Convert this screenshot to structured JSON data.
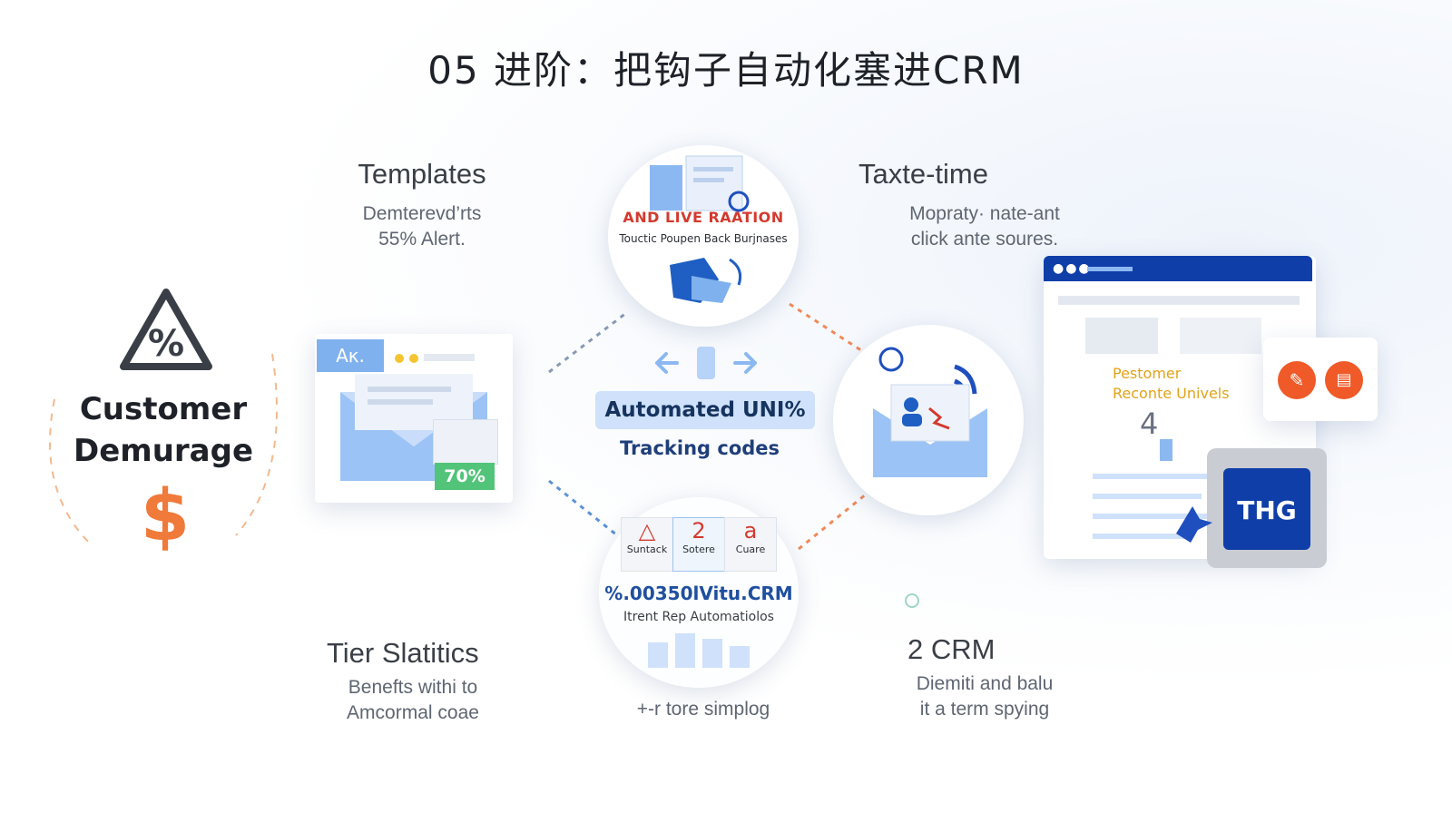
{
  "title": "05 进阶：把钩子自动化塞进CRM",
  "left_panel": {
    "line1": "Customer",
    "line2": "Demurage",
    "percent_icon": "percent-warning-icon",
    "dollar": "$"
  },
  "templates": {
    "heading": "Templates",
    "line1": "Demterevd’rts",
    "line2": "55% Alert.",
    "badge": "70%",
    "tag": "Aκ."
  },
  "top_circle": {
    "headline": "AND LIVE RAATION",
    "sub": "Touctic Poupen Back Burjnases"
  },
  "center": {
    "pill": "Automated UNI%",
    "sub": "Tracking codes"
  },
  "bottom_circle": {
    "chips": [
      {
        "glyph": "△",
        "label": "Suntack"
      },
      {
        "glyph": "2",
        "label": "Sotere"
      },
      {
        "glyph": "a",
        "label": "Cuare"
      }
    ],
    "code": "%.00350lVitu.CRM",
    "sub": "Itrent Rep Automatiolos"
  },
  "taxte": {
    "heading": "Taxte-time",
    "line1": "Mopraty· nate-ant",
    "line2": "click ante soures."
  },
  "crm_window": {
    "line1": "Pestomer",
    "line2": "Reconte Univels",
    "number": "4",
    "chat_badge": "THG"
  },
  "tier": {
    "heading": "Tier Slatitics",
    "line1": "Benefts withi to",
    "line2": "Amcormal coae"
  },
  "bottom_center": {
    "text": "+-r tore simplog"
  },
  "crm2": {
    "heading": "2 CRM",
    "line1": "Diemiti and balu",
    "line2": "it a term spying"
  },
  "colors": {
    "accent_blue": "#1f4fbf",
    "light_blue": "#8cb8f2",
    "orange": "#f07a3a",
    "green": "#52c47a",
    "red": "#d43a2f"
  }
}
